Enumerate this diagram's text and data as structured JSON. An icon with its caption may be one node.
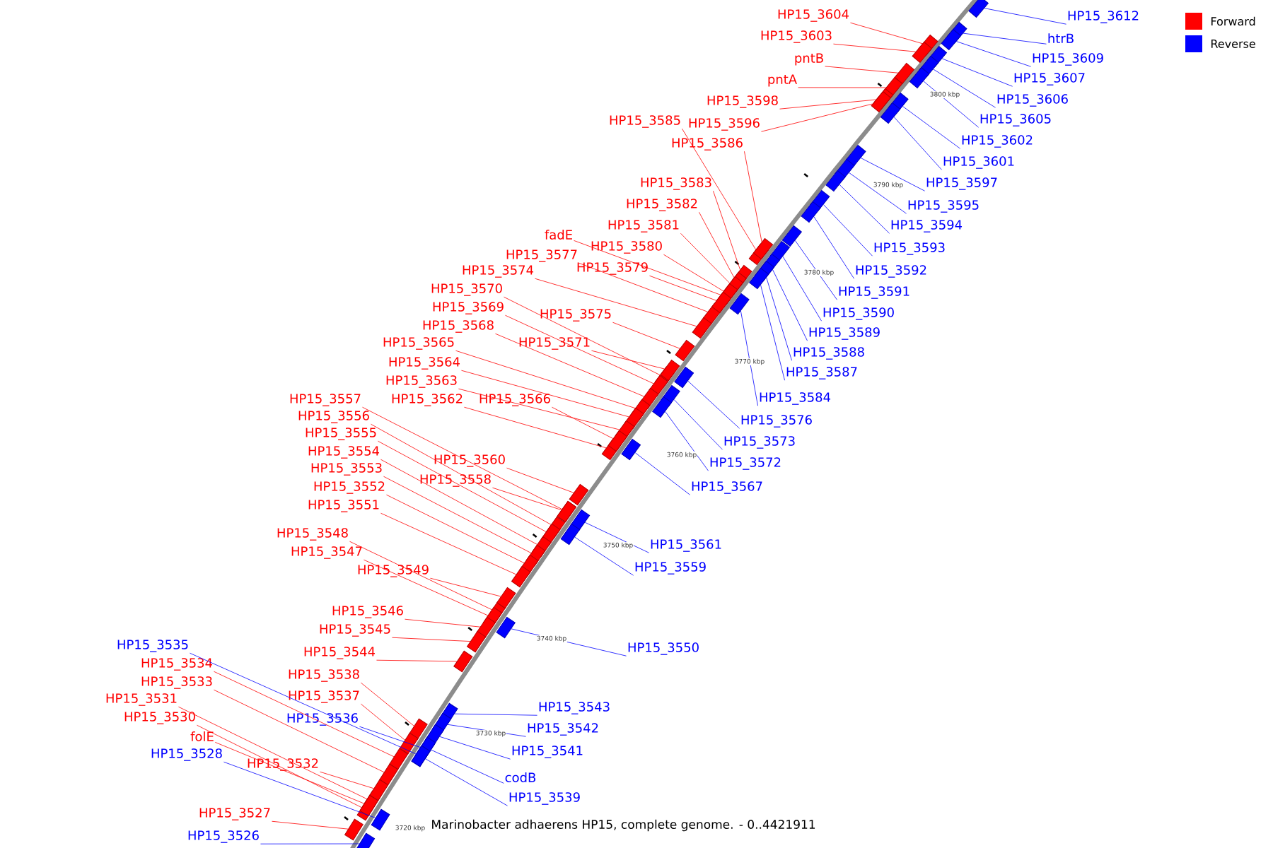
{
  "diagram": {
    "title": "Marinobacter adhaerens HP15, complete genome. - 0..4421911",
    "nodes": [
      {
        "text": [
          "HP15_3604"
        ]
      },
      {
        "text": [
          "HP15_3612"
        ]
      },
      {
        "text": [
          "HP15_3603"
        ]
      },
      {
        "text": [
          "htrB"
        ]
      },
      {
        "text": [
          "pntB"
        ]
      },
      {
        "text": [
          "HP15_3609"
        ]
      },
      {
        "text": [
          "HP15_3607"
        ]
      },
      {
        "text": [
          "pntA"
        ]
      },
      {
        "text": [
          "HP15_3606"
        ]
      },
      {
        "text": [
          "HP15_3598"
        ]
      },
      {
        "text": [
          "HP15_3605"
        ]
      },
      {
        "text": [
          "HP15_3585"
        ]
      },
      {
        "text": [
          "HP15_3596"
        ]
      },
      {
        "text": [
          "HP15_3602"
        ]
      },
      {
        "text": [
          "HP15_3586"
        ]
      },
      {
        "text": [
          "HP15_3601"
        ]
      },
      {
        "text": [
          "HP15_3597"
        ]
      },
      {
        "text": [
          "HP15_3583"
        ]
      },
      {
        "text": [
          "HP15_3582"
        ]
      },
      {
        "text": [
          "HP15_3595"
        ]
      },
      {
        "text": [
          "HP15_3581"
        ]
      },
      {
        "text": [
          "HP15_3594"
        ]
      },
      {
        "text": [
          "fadE"
        ]
      },
      {
        "text": [
          "HP15_3580"
        ]
      },
      {
        "text": [
          "HP15_3593"
        ]
      },
      {
        "text": [
          "HP15_3577"
        ]
      },
      {
        "text": [
          "HP15_3579"
        ]
      },
      {
        "text": [
          "HP15_3574"
        ]
      },
      {
        "text": [
          "HP15_3592"
        ]
      },
      {
        "text": [
          "HP15_3570"
        ]
      },
      {
        "text": [
          "HP15_3591"
        ]
      },
      {
        "text": [
          "HP15_3569"
        ]
      },
      {
        "text": [
          "HP15_3590"
        ]
      },
      {
        "text": [
          "HP15_3575"
        ]
      },
      {
        "text": [
          "HP15_3568"
        ]
      },
      {
        "text": [
          "HP15_3589"
        ]
      },
      {
        "text": [
          "HP15_3565"
        ]
      },
      {
        "text": [
          "HP15_3571"
        ]
      },
      {
        "text": [
          "HP15_3588"
        ]
      },
      {
        "text": [
          "HP15_3564"
        ]
      },
      {
        "text": [
          "HP15_3587"
        ]
      },
      {
        "text": [
          "HP15_3563"
        ]
      },
      {
        "text": [
          "HP15_3584"
        ]
      },
      {
        "text": [
          "HP15_3562"
        ]
      },
      {
        "text": [
          "HP15_3566"
        ]
      },
      {
        "text": [
          "HP15_3557"
        ]
      },
      {
        "text": [
          "HP15_3556"
        ]
      },
      {
        "text": [
          "HP15_3576"
        ]
      },
      {
        "text": [
          "HP15_3555"
        ]
      },
      {
        "text": [
          "HP15_3573"
        ]
      },
      {
        "text": [
          "HP15_3554"
        ]
      },
      {
        "text": [
          "HP15_3560"
        ]
      },
      {
        "text": [
          "HP15_3572"
        ]
      },
      {
        "text": [
          "HP15_3553"
        ]
      },
      {
        "text": [
          "HP15_3558"
        ]
      },
      {
        "text": [
          "HP15_3552"
        ]
      },
      {
        "text": [
          "HP15_3567"
        ]
      },
      {
        "text": [
          "HP15_3551"
        ]
      },
      {
        "text": [
          "HP15_3548"
        ]
      },
      {
        "text": [
          "HP15_3561"
        ]
      },
      {
        "text": [
          "HP15_3547"
        ]
      },
      {
        "text": [
          "HP15_3559"
        ]
      },
      {
        "text": [
          "HP15_3549"
        ]
      },
      {
        "text": [
          "HP15_3546"
        ]
      },
      {
        "text": [
          "HP15_3545"
        ]
      },
      {
        "text": [
          "HP15_3535"
        ]
      },
      {
        "text": [
          "HP15_3550"
        ]
      },
      {
        "text": [
          "HP15_3544"
        ]
      },
      {
        "text": [
          "HP15_3534"
        ]
      },
      {
        "text": [
          "HP15_3538"
        ]
      },
      {
        "text": [
          "HP15_3533"
        ]
      },
      {
        "text": [
          "HP15_3537"
        ]
      },
      {
        "text": [
          "HP15_3531"
        ]
      },
      {
        "text": [
          "HP15_3543"
        ]
      },
      {
        "text": [
          "HP15_3530"
        ]
      },
      {
        "text": [
          "HP15_3536"
        ]
      },
      {
        "text": [
          "HP15_3542"
        ]
      },
      {
        "text": [
          "folE"
        ]
      },
      {
        "text": [
          "HP15_3541"
        ]
      },
      {
        "text": [
          "HP15_3528"
        ]
      },
      {
        "text": [
          "HP15_3532"
        ]
      },
      {
        "text": [
          "codB"
        ]
      },
      {
        "text": [
          "HP15_3539"
        ]
      },
      {
        "text": [
          "HP15_3527"
        ]
      },
      {
        "text": [
          "HP15_3526"
        ]
      },
      {
        "text": [],
        "shape": "box"
      },
      {
        "text": [],
        "shape": "box"
      },
      {
        "text": [],
        "shape": "box"
      },
      {
        "text": [],
        "shape": "box"
      },
      {
        "text": [],
        "shape": "box"
      },
      {
        "text": [],
        "shape": "box"
      },
      {
        "text": [],
        "shape": "box"
      },
      {
        "text": [],
        "shape": "box"
      },
      {
        "text": [],
        "shape": "box"
      },
      {
        "text": [],
        "shape": "box"
      },
      {
        "text": [],
        "shape": "box"
      },
      {
        "text": [],
        "shape": "box"
      },
      {
        "text": [],
        "shape": "box"
      },
      {
        "text": [],
        "shape": "box"
      },
      {
        "text": [],
        "shape": "box"
      },
      {
        "text": [],
        "shape": "box"
      },
      {
        "text": [],
        "shape": "box"
      },
      {
        "text": [],
        "shape": "box"
      },
      {
        "text": [],
        "shape": "box"
      },
      {
        "text": [],
        "shape": "box"
      },
      {
        "text": [],
        "shape": "box"
      },
      {
        "text": [],
        "shape": "box"
      },
      {
        "text": [],
        "shape": "box"
      },
      {
        "text": [],
        "shape": "box"
      },
      {
        "text": [],
        "shape": "box"
      },
      {
        "text": [],
        "shape": "box"
      },
      {
        "text": [],
        "shape": "box"
      },
      {
        "text": [],
        "shape": "box"
      },
      {
        "text": [],
        "shape": "box"
      },
      {
        "text": [],
        "shape": "box"
      },
      {
        "text": [],
        "shape": "box"
      },
      {
        "text": [],
        "shape": "box"
      },
      {
        "text": [],
        "shape": "box"
      },
      {
        "text": [],
        "shape": "box"
      },
      {
        "text": [],
        "shape": "box"
      },
      {
        "text": [],
        "shape": "box"
      },
      {
        "text": [],
        "shape": "box"
      },
      {
        "text": [],
        "shape": "box"
      },
      {
        "text": [],
        "shape": "box"
      },
      {
        "text": [],
        "shape": "box"
      },
      {
        "text": [],
        "shape": "box"
      },
      {
        "text": [],
        "shape": "box"
      },
      {
        "text": [],
        "shape": "box"
      },
      {
        "text": [],
        "shape": "box"
      },
      {
        "text": [],
        "shape": "box"
      },
      {
        "text": [],
        "shape": "box"
      },
      {
        "text": [],
        "shape": "box"
      },
      {
        "text": [],
        "shape": "box"
      },
      {
        "text": [],
        "shape": "box"
      },
      {
        "text": [],
        "shape": "box"
      },
      {
        "text": [],
        "shape": "box"
      },
      {
        "text": [],
        "shape": "box"
      },
      {
        "text": [],
        "shape": "box"
      },
      {
        "text": [],
        "shape": "box"
      },
      {
        "text": [],
        "shape": "box"
      },
      {
        "text": [],
        "shape": "box"
      },
      {
        "text": [],
        "shape": "box"
      },
      {
        "text": [],
        "shape": "box"
      },
      {
        "text": [],
        "shape": "box"
      },
      {
        "text": [],
        "shape": "box"
      },
      {
        "text": [],
        "shape": "box"
      },
      {
        "text": [],
        "shape": "box"
      },
      {
        "text": [],
        "shape": "box"
      },
      {
        "text": [],
        "shape": "box"
      },
      {
        "text": [],
        "shape": "box"
      },
      {
        "text": [],
        "shape": "box"
      },
      {
        "text": [],
        "shape": "box"
      },
      {
        "text": [],
        "shape": "box"
      },
      {
        "text": [],
        "shape": "box"
      },
      {
        "text": [],
        "shape": "box"
      },
      {
        "text": [],
        "shape": "box"
      },
      {
        "text": [],
        "shape": "box"
      },
      {
        "text": [],
        "shape": "box"
      },
      {
        "text": [],
        "shape": "box"
      },
      {
        "text": [],
        "shape": "box"
      },
      {
        "text": [],
        "shape": "box"
      },
      {
        "text": [],
        "shape": "box"
      },
      {
        "text": [],
        "shape": "box"
      },
      {
        "text": [],
        "shape": "box"
      },
      {
        "text": [],
        "shape": "box"
      },
      {
        "text": [],
        "shape": "box"
      },
      {
        "text": [],
        "shape": "box"
      },
      {
        "text": [],
        "shape": "box"
      },
      {
        "text": [],
        "shape": "box"
      },
      {
        "text": [],
        "shape": "box"
      }
    ],
    "edges": [
      {
        "from": 0,
        "to": 85,
        "arrow": "none"
      },
      {
        "from": 1,
        "to": 86,
        "arrow": "none",
        "color": "#0000ff"
      },
      {
        "from": 2,
        "to": 87,
        "arrow": "none"
      },
      {
        "from": 3,
        "to": 88,
        "arrow": "none",
        "color": "#0000ff"
      },
      {
        "from": 4,
        "to": 89,
        "arrow": "none"
      },
      {
        "from": 5,
        "to": 90,
        "arrow": "none",
        "color": "#0000ff"
      },
      {
        "from": 6,
        "to": 91,
        "arrow": "none",
        "color": "#0000ff"
      },
      {
        "from": 7,
        "to": 92,
        "arrow": "none"
      },
      {
        "from": 8,
        "to": 93,
        "arrow": "none",
        "color": "#0000ff"
      },
      {
        "from": 9,
        "to": 94,
        "arrow": "none"
      },
      {
        "from": 10,
        "to": 95,
        "arrow": "none",
        "color": "#0000ff"
      },
      {
        "from": 11,
        "to": 96,
        "arrow": "none"
      },
      {
        "from": 12,
        "to": 97,
        "arrow": "none"
      },
      {
        "from": 13,
        "to": 98,
        "arrow": "none",
        "color": "#0000ff"
      },
      {
        "from": 14,
        "to": 99,
        "arrow": "none"
      },
      {
        "from": 15,
        "to": 100,
        "arrow": "none",
        "color": "#0000ff"
      },
      {
        "from": 16,
        "to": 101,
        "arrow": "none",
        "color": "#0000ff"
      },
      {
        "from": 17,
        "to": 102,
        "arrow": "none"
      },
      {
        "from": 18,
        "to": 103,
        "arrow": "none"
      },
      {
        "from": 19,
        "to": 104,
        "arrow": "none",
        "color": "#0000ff"
      },
      {
        "from": 20,
        "to": 105,
        "arrow": "none"
      },
      {
        "from": 21,
        "to": 106,
        "arrow": "none",
        "color": "#0000ff"
      },
      {
        "from": 22,
        "to": 107,
        "arrow": "none"
      },
      {
        "from": 23,
        "to": 108,
        "arrow": "none"
      },
      {
        "from": 24,
        "to": 109,
        "arrow": "none",
        "color": "#0000ff"
      },
      {
        "from": 25,
        "to": 110,
        "arrow": "none"
      },
      {
        "from": 26,
        "to": 111,
        "arrow": "none"
      },
      {
        "from": 27,
        "to": 112,
        "arrow": "none"
      },
      {
        "from": 28,
        "to": 113,
        "arrow": "none",
        "color": "#0000ff"
      },
      {
        "from": 29,
        "to": 114,
        "arrow": "none"
      },
      {
        "from": 30,
        "to": 115,
        "arrow": "none",
        "color": "#0000ff"
      },
      {
        "from": 31,
        "to": 116,
        "arrow": "none"
      },
      {
        "from": 32,
        "to": 117,
        "arrow": "none",
        "color": "#0000ff"
      },
      {
        "from": 33,
        "to": 118,
        "arrow": "none"
      },
      {
        "from": 34,
        "to": 119,
        "arrow": "none"
      },
      {
        "from": 35,
        "to": 120,
        "arrow": "none",
        "color": "#0000ff"
      },
      {
        "from": 36,
        "to": 121,
        "arrow": "none"
      },
      {
        "from": 37,
        "to": 122,
        "arrow": "none"
      },
      {
        "from": 38,
        "to": 123,
        "arrow": "none",
        "color": "#0000ff"
      },
      {
        "from": 39,
        "to": 124,
        "arrow": "none"
      },
      {
        "from": 40,
        "to": 125,
        "arrow": "none",
        "color": "#0000ff"
      },
      {
        "from": 41,
        "to": 126,
        "arrow": "none"
      },
      {
        "from": 42,
        "to": 127,
        "arrow": "none",
        "color": "#0000ff"
      },
      {
        "from": 43,
        "to": 128,
        "arrow": "none"
      },
      {
        "from": 44,
        "to": 129,
        "arrow": "none"
      },
      {
        "from": 45,
        "to": 130,
        "arrow": "none"
      },
      {
        "from": 46,
        "to": 131,
        "arrow": "none"
      },
      {
        "from": 47,
        "to": 132,
        "arrow": "none",
        "color": "#0000ff"
      },
      {
        "from": 48,
        "to": 133,
        "arrow": "none"
      },
      {
        "from": 49,
        "to": 134,
        "arrow": "none",
        "color": "#0000ff"
      },
      {
        "from": 50,
        "to": 135,
        "arrow": "none"
      },
      {
        "from": 51,
        "to": 136,
        "arrow": "none"
      },
      {
        "from": 52,
        "to": 137,
        "arrow": "none",
        "color": "#0000ff"
      },
      {
        "from": 53,
        "to": 138,
        "arrow": "none"
      },
      {
        "from": 54,
        "to": 139,
        "arrow": "none"
      },
      {
        "from": 55,
        "to": 140,
        "arrow": "none"
      },
      {
        "from": 56,
        "to": 141,
        "arrow": "none",
        "color": "#0000ff"
      },
      {
        "from": 57,
        "to": 142,
        "arrow": "none"
      },
      {
        "from": 58,
        "to": 143,
        "arrow": "none"
      },
      {
        "from": 59,
        "to": 144,
        "arrow": "none",
        "color": "#0000ff"
      },
      {
        "from": 60,
        "to": 145,
        "arrow": "none"
      },
      {
        "from": 61,
        "to": 146,
        "arrow": "none",
        "color": "#0000ff"
      },
      {
        "from": 62,
        "to": 147,
        "arrow": "none"
      },
      {
        "from": 63,
        "to": 148,
        "arrow": "none"
      },
      {
        "from": 64,
        "to": 149,
        "arrow": "none"
      },
      {
        "from": 65,
        "to": 150,
        "arrow": "none",
        "color": "#0000ff"
      },
      {
        "from": 66,
        "to": 151,
        "arrow": "none",
        "color": "#0000ff"
      },
      {
        "from": 67,
        "to": 152,
        "arrow": "none"
      },
      {
        "from": 68,
        "to": 153,
        "arrow": "none"
      },
      {
        "from": 69,
        "to": 154,
        "arrow": "none"
      },
      {
        "from": 70,
        "to": 155,
        "arrow": "none"
      },
      {
        "from": 71,
        "to": 156,
        "arrow": "none"
      },
      {
        "from": 72,
        "to": 157,
        "arrow": "none"
      },
      {
        "from": 73,
        "to": 158,
        "arrow": "none",
        "color": "#0000ff"
      },
      {
        "from": 74,
        "to": 159,
        "arrow": "none"
      },
      {
        "from": 75,
        "to": 160,
        "arrow": "none",
        "color": "#0000ff"
      },
      {
        "from": 76,
        "to": 161,
        "arrow": "none",
        "color": "#0000ff"
      },
      {
        "from": 77,
        "to": 162,
        "arrow": "none"
      },
      {
        "from": 78,
        "to": 163,
        "arrow": "none",
        "color": "#0000ff"
      },
      {
        "from": 79,
        "to": 164,
        "arrow": "none",
        "color": "#0000ff"
      },
      {
        "from": 80,
        "to": 165,
        "arrow": "none"
      },
      {
        "from": 81,
        "to": 166,
        "arrow": "none",
        "color": "#0000ff"
      },
      {
        "from": 82,
        "to": 167,
        "arrow": "none",
        "color": "#0000ff"
      },
      {
        "from": 83,
        "to": 168,
        "arrow": "none"
      },
      {
        "from": 84,
        "to": 169,
        "arrow": "none",
        "color": "#0000ff"
      }
    ],
    "labels": [
      "3800 kbp",
      "3790 kbp",
      "3780 kbp",
      "3770 kbp",
      "3760 kbp",
      "3750 kbp",
      "3740 kbp",
      "3730 kbp",
      "3720 kbp"
    ],
    "legend": [
      {
        "text": "Forward",
        "color": "#ff0000"
      },
      {
        "text": "Reverse",
        "color": "#0000ff"
      }
    ]
  }
}
